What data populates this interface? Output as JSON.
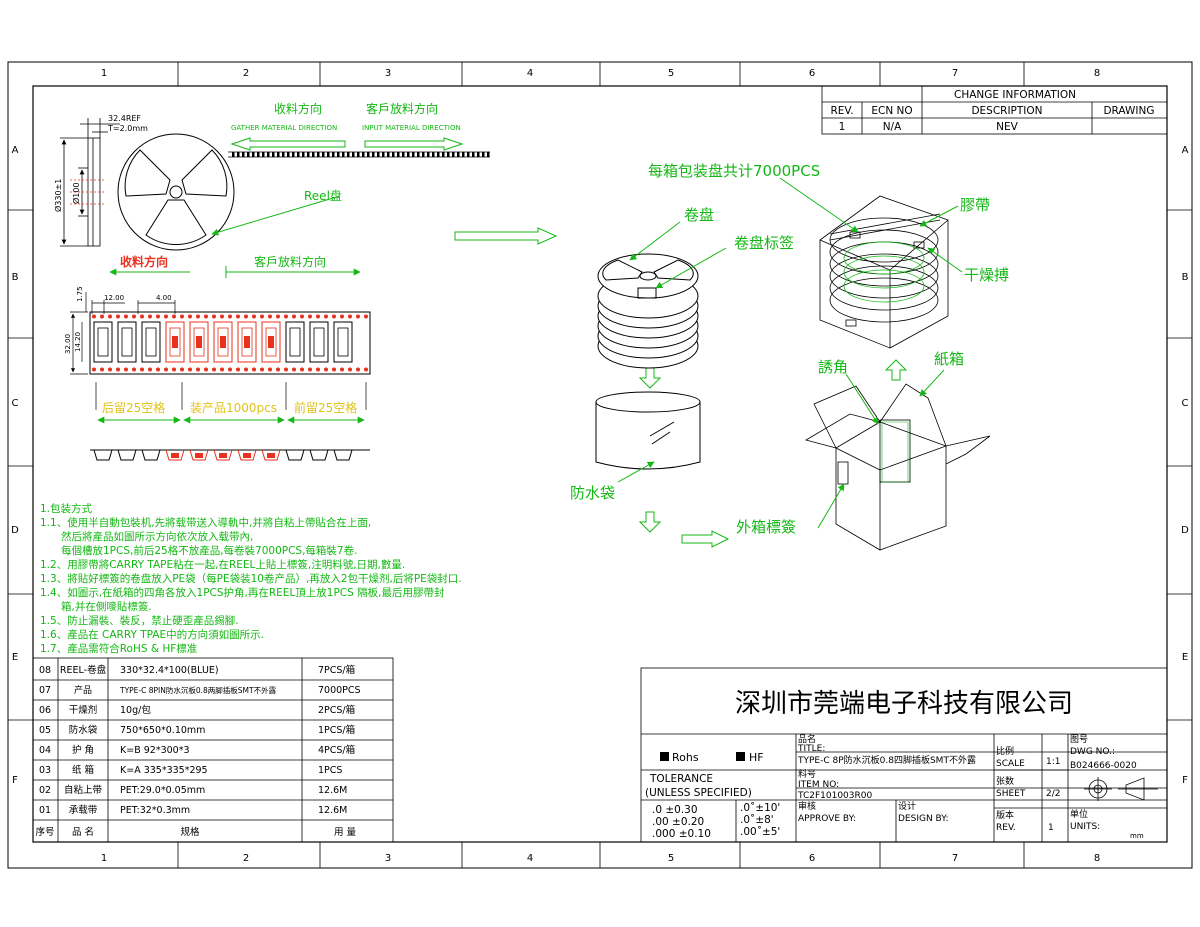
{
  "frame": {
    "col_numbers": [
      "1",
      "2",
      "3",
      "4",
      "5",
      "6",
      "7",
      "8"
    ],
    "row_letters": [
      "A",
      "B",
      "C",
      "D",
      "E",
      "F"
    ]
  },
  "change_info": {
    "title": "CHANGE INFORMATION",
    "headers": [
      "REV.",
      "ECN NO",
      "DESCRIPTION",
      "DRAWING"
    ],
    "row": [
      "1",
      "N/A",
      "NEV",
      ""
    ]
  },
  "reel_view": {
    "dim_top": "32.4REF",
    "dim_t": "T=2.0mm",
    "dim_dia": "Ø330±1",
    "dim_hub": "Ø100",
    "gather_cn": "收料方向",
    "gather_en": "GATHER MATERIAL DIRECTION",
    "input_cn": "客戶放料方向",
    "input_en": "INPUT MATERIAL DIRECTION",
    "reel_label": "Reel盘",
    "bottom_left": "收料方向",
    "bottom_right": "客戶放料方向"
  },
  "tape_view": {
    "dim_175": "1.75",
    "dim_12": "12.00",
    "dim_4": "4.00",
    "dim_32": "32.00",
    "dim_142": "14.20",
    "seg_left": "后留25空格",
    "seg_mid": "装产品1000pcs",
    "seg_right": "前留25空格"
  },
  "packing_view": {
    "total_label": "每箱包装盘共计7000PCS",
    "reel_stack": "卷盘",
    "reel_tag": "卷盘标签",
    "tape": "膠帶",
    "desiccant": "干燥搏",
    "corner": "誘角",
    "carton": "紙箱",
    "bag": "防水袋",
    "outer_label": "外箱標簽"
  },
  "notes": [
    "1.包装方式",
    "1.1、使用半自動包裝机,先將载带送入導軌中,并將自粘上帶貼合在上面,",
    "　　然后將產品如圖所示方向依次放入载带內,",
    "　　每個槽放1PCS,前后25格不放產品,每卷裝7000PCS,每箱裝7卷.",
    "1.2、用膠帶將CARRY TAPE粘在一起,在REEL上貼上標簽,注明料號,日期,數量.",
    "1.3、將貼好標簽的卷盘放入PE袋（每PE袋装10卷产品）,再放入2包干燥剂,后将PE袋封口.",
    "1.4、如圖示,在紙箱的四角各放入1PCS护角,再在REEL頂上放1PCS 隔板,最后用膠帶封",
    "　　箱,并在側嘜貼標簽.",
    "1.5、防止漏裝、裝反，禁止硬歪產品錫腳.",
    "1.6、產品在 CARRY TPAE中的方向須如圖所示.",
    "1.7、產品需符合RoHS & HF標准"
  ],
  "bom": {
    "headers": [
      "序号",
      "品 名",
      "规格",
      "用 量"
    ],
    "rows": [
      [
        "08",
        "REEL-卷盘",
        "330*32.4*100(BLUE)",
        "7PCS/箱"
      ],
      [
        "07",
        "产品",
        "TYPE-C 8PIN防水沉板0.8两脚插板SMT不外露",
        "7000PCS"
      ],
      [
        "06",
        "干燥剂",
        "10g/包",
        "2PCS/箱"
      ],
      [
        "05",
        "防水袋",
        "750*650*0.10mm",
        "1PCS/箱"
      ],
      [
        "04",
        "护 角",
        "K=B 92*300*3",
        "4PCS/箱"
      ],
      [
        "03",
        "纸 箱",
        "K=A 335*335*295",
        "1PCS"
      ],
      [
        "02",
        "自粘上带",
        "PET:29.0*0.05mm",
        "12.6M"
      ],
      [
        "01",
        "承载带",
        "PET:32*0.3mm",
        "12.6M"
      ]
    ]
  },
  "title_block": {
    "company": "深圳市莞端电子科技有限公司",
    "rohs": "Rohs",
    "hf": "HF",
    "title_cn": "品名",
    "title_en": "TITLE:",
    "title_val": "TYPE-C 8P防水沉板0.8四脚插板SMT不外露",
    "item_cn": "料号",
    "item_en": "ITEM NO:",
    "item_val": "TC2F101003R00",
    "tol_title": "TOLERANCE",
    "tol_sub": "(UNLESS SPECIFIED)",
    "tol": [
      ".0 ±0.30",
      ".00 ±0.20",
      ".000 ±0.10"
    ],
    "ang": [
      ".0˚±10'",
      ".0˚±8'",
      ".00˚±5'"
    ],
    "approve_cn": "审核",
    "approve_en": "APPROVE BY:",
    "design_cn": "设计",
    "design_en": "DESIGN BY:",
    "scale_cn": "比例",
    "scale_en": "SCALE",
    "scale_val": "1:1",
    "sheet_cn": "张数",
    "sheet_en": "SHEET",
    "sheet_val": "2/2",
    "rev_cn": "版本",
    "rev_en": "REV.",
    "rev_val": "1",
    "dwg_cn": "图号",
    "dwg_en": "DWG NO.:",
    "dwg_val": "B024666-0020",
    "units_cn": "单位",
    "units_en": "UNITS:",
    "units_val": "mm"
  },
  "colors": {
    "green": "#14b814",
    "red": "#e8321e",
    "yellow": "#e0c21a",
    "line": "#000000"
  }
}
